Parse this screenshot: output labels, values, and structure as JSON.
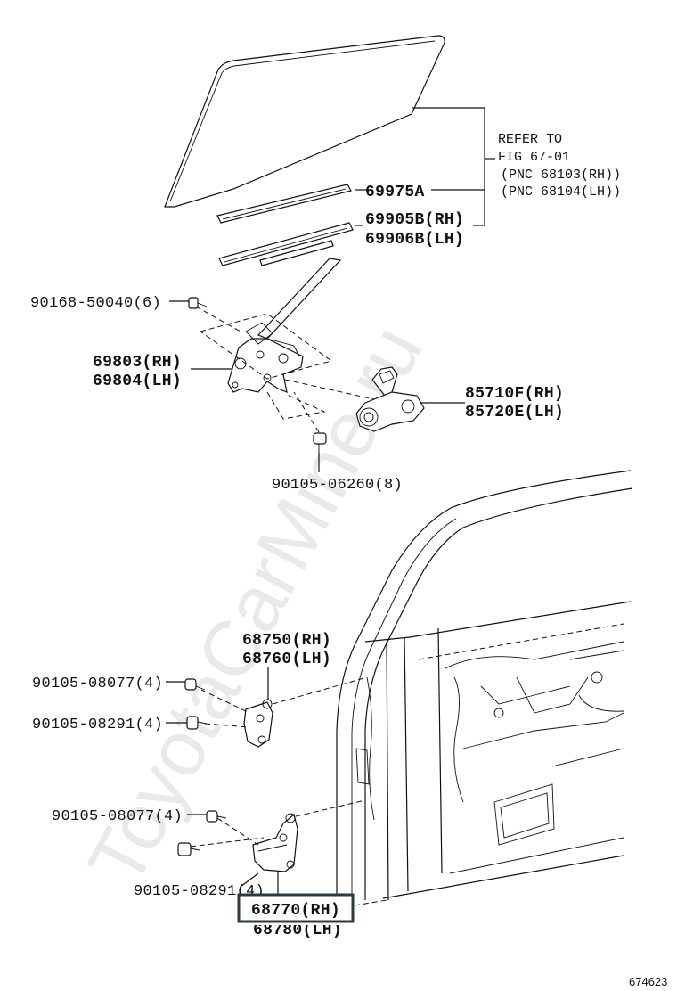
{
  "watermark": "ToyotaCarMine.ru",
  "diagram_id": "674623",
  "refer": {
    "line1": "REFER TO",
    "line2": "FIG 67-01",
    "line3": "(PNC 68103(RH))",
    "line4": "(PNC 68104(LH))"
  },
  "labels": {
    "glass_channel": "69975A",
    "weatherstrip_rh": "69905B(RH)",
    "weatherstrip_lh": "69906B(LH)",
    "regulator_bolt": "90168-50040(6)",
    "regulator_rh": "69803(RH)",
    "regulator_lh": "69804(LH)",
    "motor_rh": "85710F(RH)",
    "motor_lh": "85720E(LH)",
    "motor_bolt": "90105-06260(8)",
    "upper_hinge_rh": "68750(RH)",
    "upper_hinge_lh": "68760(LH)",
    "upper_bolt_a": "90105-08077(4)",
    "upper_bolt_b": "90105-08291(4)",
    "lower_bolt_a": "90105-08077(4)",
    "lower_bolt_b": "90105-08291(4)",
    "lower_hinge_rh": "68770(RH)",
    "lower_hinge_lh": "68780(LH)"
  },
  "highlight": "lower_hinge_rh"
}
